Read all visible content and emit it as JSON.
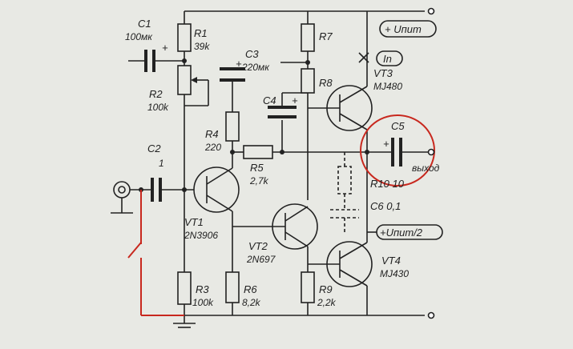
{
  "labels": {
    "c1_name": "C1",
    "c1_value": "100мк",
    "r1_name": "R1",
    "r1_value": "39k",
    "r2_name": "R2",
    "r2_value": "100k",
    "c2_name": "C2",
    "c2_value": "1",
    "c3_name": "C3",
    "c3_value": "220мк",
    "c4_name": "C4",
    "r4_name": "R4",
    "r4_value": "220",
    "r5_name": "R5",
    "r5_value": "2,7k",
    "r7_name": "R7",
    "r8_name": "R8",
    "vt1_name": "VT1",
    "vt1_model": "2N3906",
    "vt2_name": "VT2",
    "vt2_model": "2N697",
    "vt3_name": "VT3",
    "vt3_model": "MJ480",
    "vt4_name": "VT4",
    "vt4_model": "MJ430",
    "r3_name": "R3",
    "r3_value": "100k",
    "r6_name": "R6",
    "r6_value": "8,2k",
    "r9_name": "R9",
    "r9_value": "2,2k",
    "r10_label": "R10 10",
    "c6_label": "C6 0,1",
    "c5_name": "C5",
    "supply_label": "+ Uпит",
    "input_label": "In",
    "half_supply_label": "+Uпит/2",
    "output_label": "выход",
    "plus_sign": "+"
  },
  "colors": {
    "background": "#e8e9e4",
    "ink": "#222222",
    "highlight": "#c8281e"
  }
}
